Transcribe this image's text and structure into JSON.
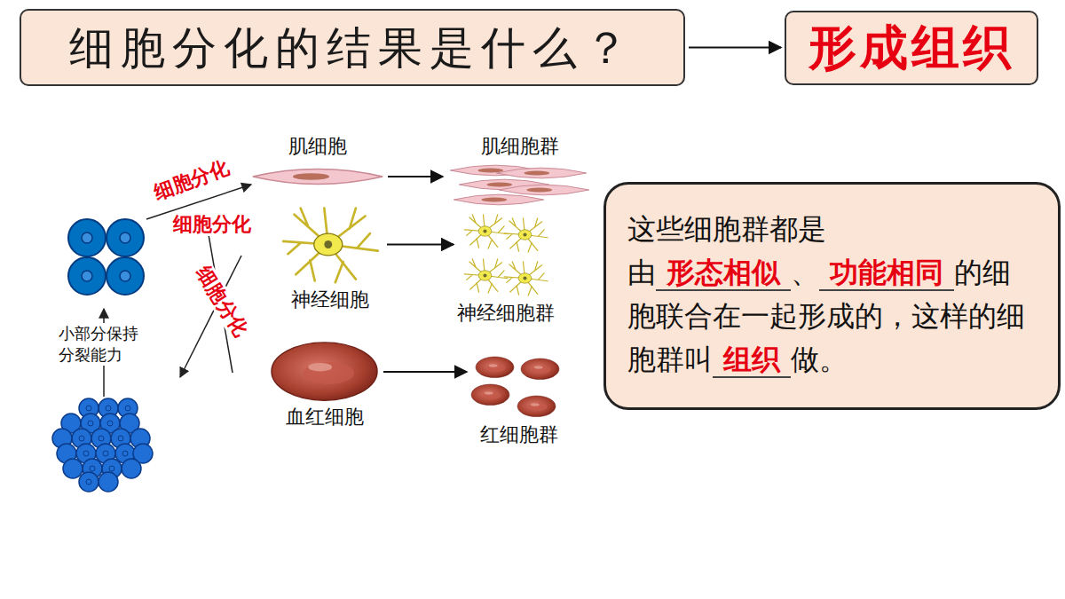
{
  "diagram": {
    "nodes": [
      {
        "text": [
          "细胞分化的结果是什么？"
        ]
      },
      {
        "text": [
          "形成组织"
        ]
      },
      {
        "text": [
          "肌细胞"
        ]
      },
      {
        "text": [
          "肌细胞群"
        ]
      },
      {
        "text": [
          "神经细胞"
        ]
      },
      {
        "text": [
          "神经细胞群"
        ]
      },
      {
        "text": [
          "血红细胞"
        ]
      },
      {
        "text": [
          "红细胞群"
        ]
      },
      {
        "text": [
          "这些细胞群都是",
          "由",
          "形态相似",
          "、",
          "功能相同",
          "的细胞联合在一起形成的，这样的细胞群叫",
          "组织",
          "做。"
        ]
      }
    ],
    "edges": [
      {
        "from": 0,
        "to": 1,
        "arrow": "to"
      },
      {
        "from": 2,
        "to": 3,
        "arrow": "to"
      },
      {
        "from": 4,
        "to": 5,
        "arrow": "to"
      },
      {
        "from": 6,
        "to": 7,
        "arrow": "to"
      }
    ],
    "labels": [
      "细胞分化",
      "细胞分化",
      "细胞分化",
      "小部分保持 分裂能力"
    ]
  }
}
